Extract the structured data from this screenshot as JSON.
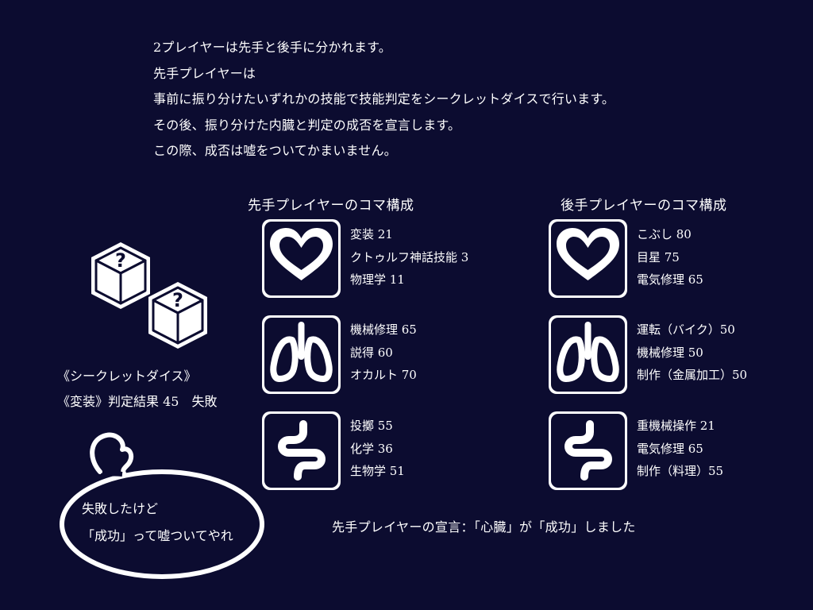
{
  "rules_text": [
    "2プレイヤーは先手と後手に分かれます。",
    "先手プレイヤーは",
    "事前に振り分けたいずれかの技能で技能判定をシークレットダイスで行います。",
    "その後、振り分けた内臓と判定の成否を宣言します。",
    "この際、成否は嘘をついてかまいません。"
  ],
  "first_player": {
    "title": "先手プレイヤーのコマ構成",
    "organs": [
      {
        "icon": "heart-icon",
        "skills": [
          "変装 21",
          "クトゥルフ神話技能 3",
          "物理学 11"
        ]
      },
      {
        "icon": "lungs-icon",
        "skills": [
          "機械修理 65",
          "説得 60",
          "オカルト 70"
        ]
      },
      {
        "icon": "intestine-icon",
        "skills": [
          "投擲 55",
          "化学 36",
          "生物学 51"
        ]
      }
    ]
  },
  "second_player": {
    "title": "後手プレイヤーのコマ構成",
    "organs": [
      {
        "icon": "heart-icon",
        "skills": [
          "こぶし 80",
          "目星 75",
          "電気修理 65"
        ]
      },
      {
        "icon": "lungs-icon",
        "skills": [
          "運転（バイク）50",
          "機械修理 50",
          "制作（金属加工）50"
        ]
      },
      {
        "icon": "intestine-icon",
        "skills": [
          "重機械操作 21",
          "電気修理 65",
          "制作（料理）55"
        ]
      }
    ]
  },
  "secret_dice": {
    "label": "《シークレットダイス》",
    "result": "《変装》判定結果 45　失敗"
  },
  "speech_bubble": {
    "lines": [
      "失敗したけど",
      "「成功」って嘘ついてやれ"
    ]
  },
  "declaration": "先手プレイヤーの宣言：「心臓」が「成功」しました",
  "colors": {
    "background": "#0c0c30",
    "foreground": "#ffffff"
  }
}
